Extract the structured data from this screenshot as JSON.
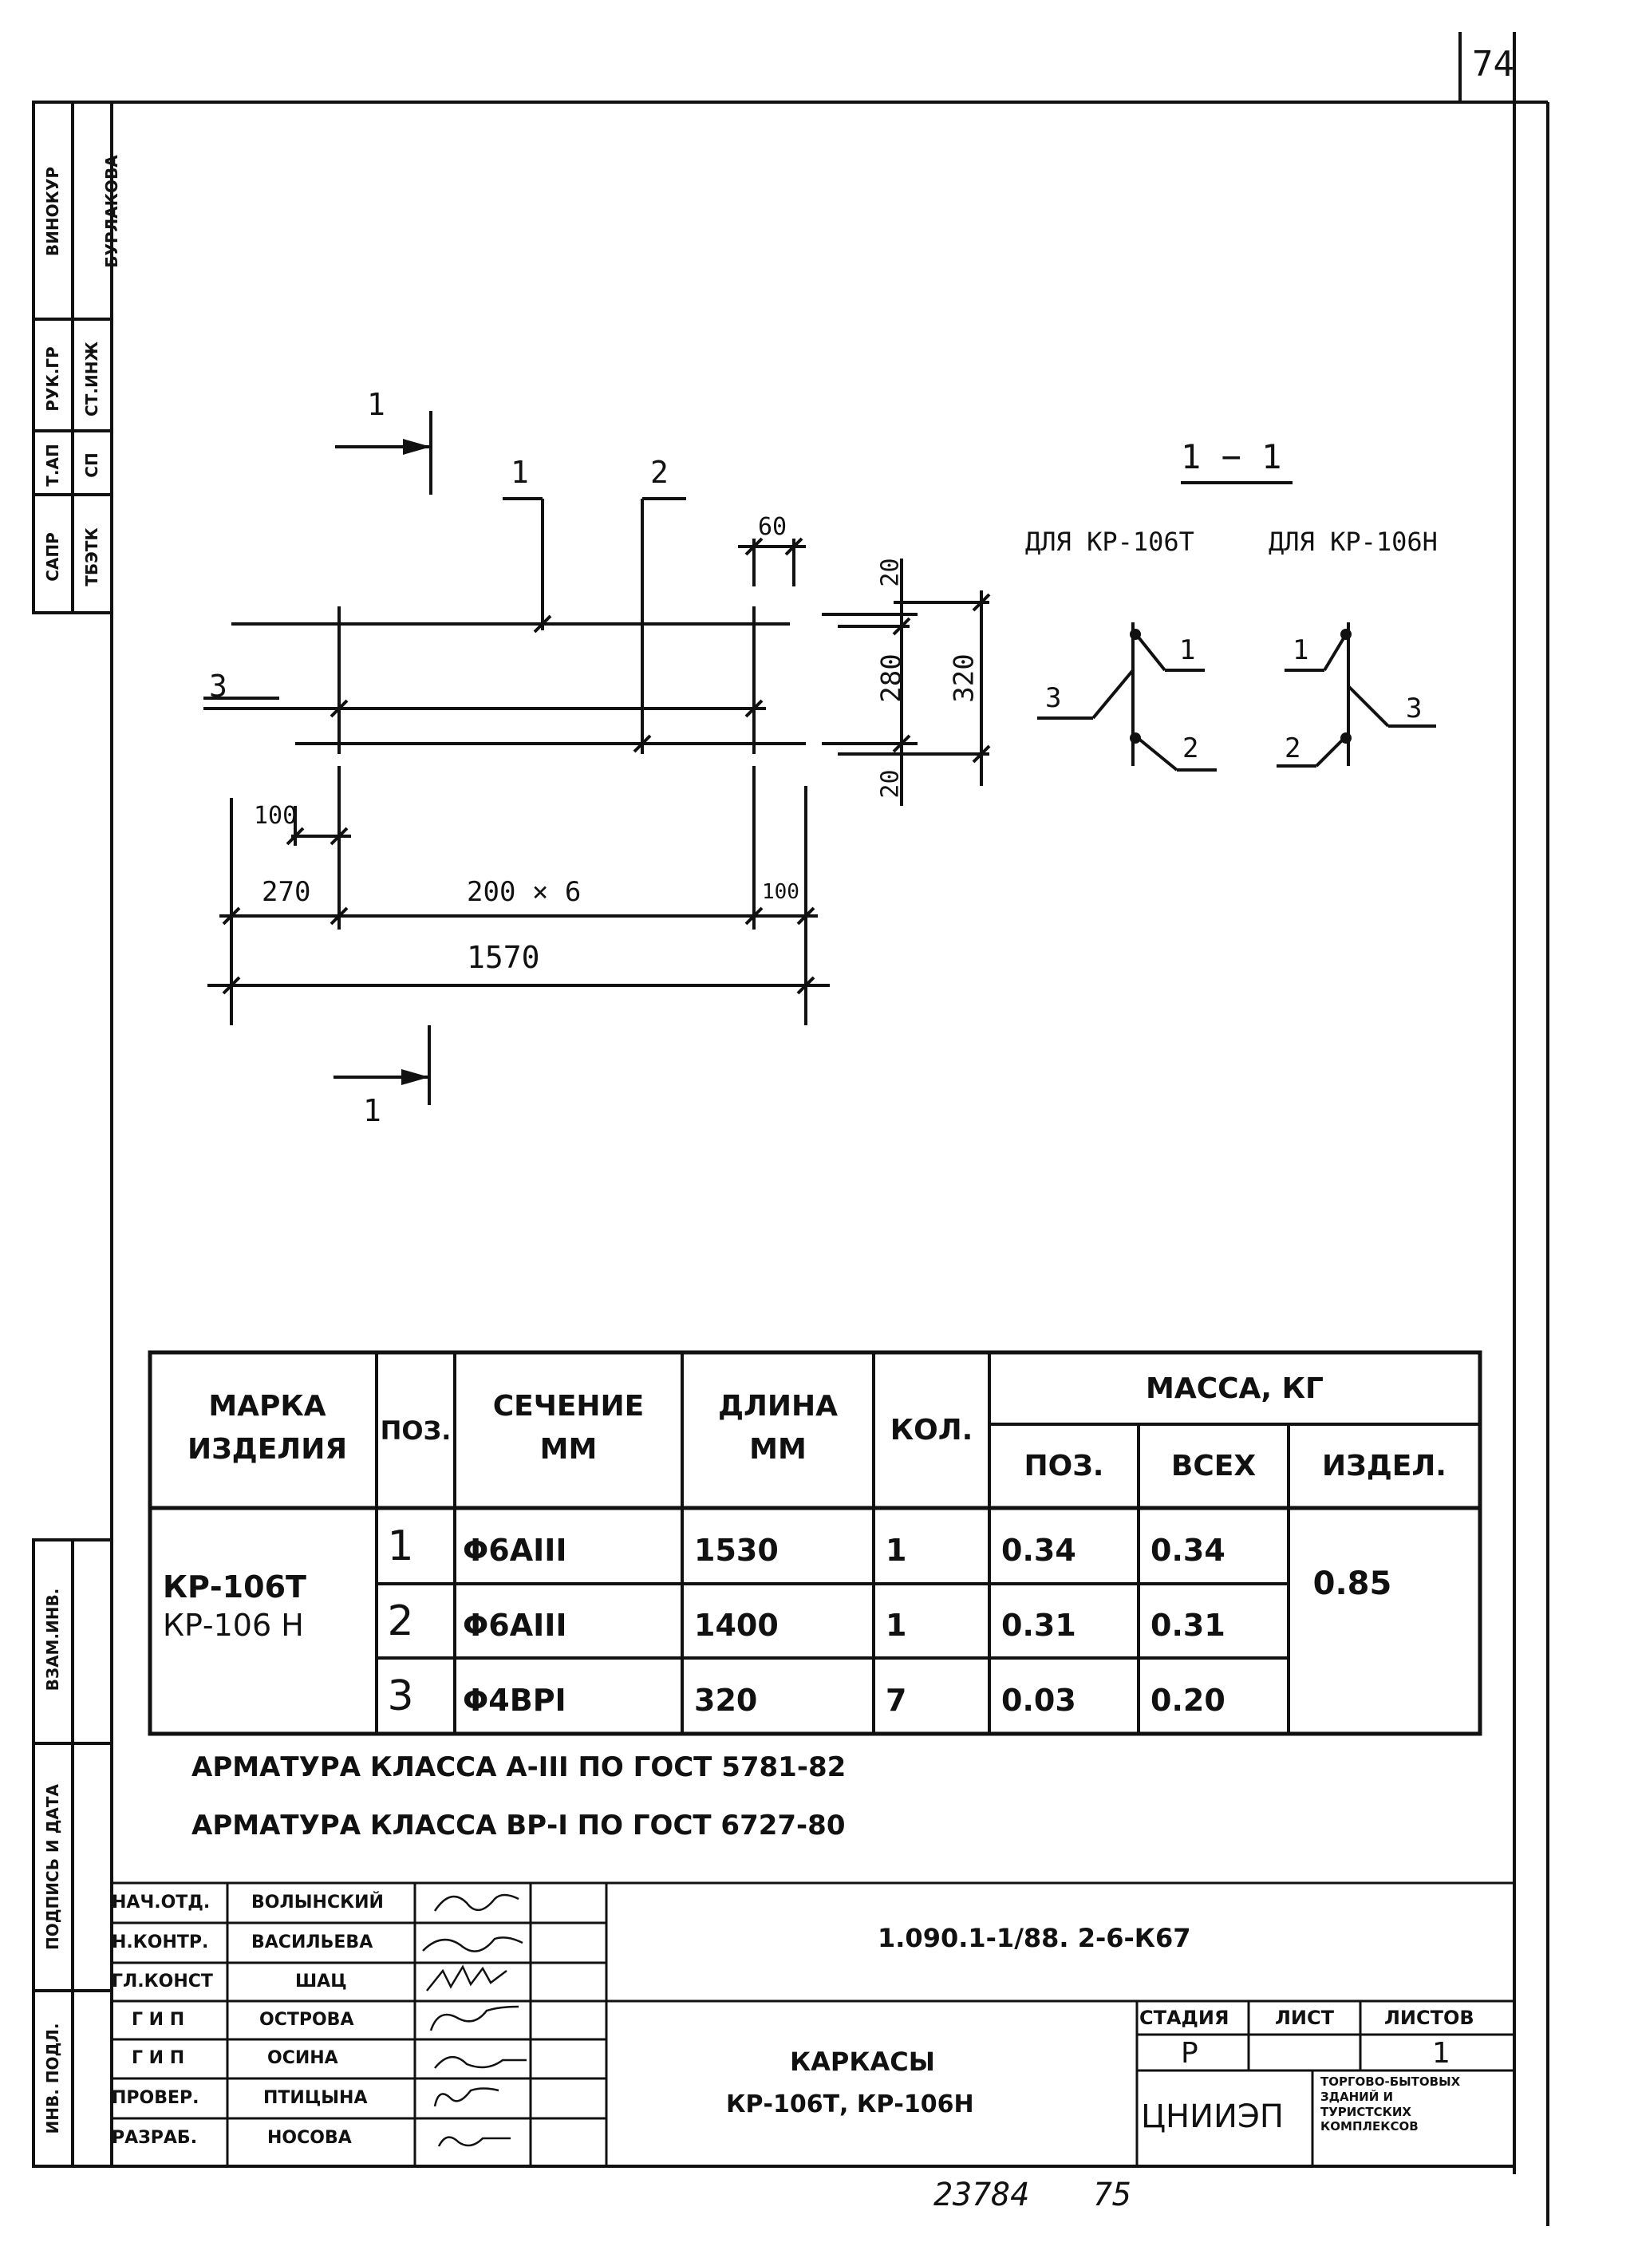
{
  "page_number": "74",
  "bottom_numbers": [
    "23784",
    "75"
  ],
  "margin_stamps": {
    "top_row1": [
      "САПР",
      "Т.АП",
      "РУК.ГР",
      "ВИНОКУР"
    ],
    "top_row2": [
      "ТБЭТК",
      "СП",
      "СТ.ИНЖ",
      "БУРЛАКОВА"
    ],
    "side": [
      "ВЗАМ.ИНВ.",
      "ПОДПИСЬ И ДАТА",
      "ИНВ. ПОДЛ."
    ]
  },
  "drawing": {
    "section_marker": "1",
    "dims": {
      "d60": "60",
      "d20a": "20",
      "d280": "280",
      "d20b": "20",
      "d320": "320",
      "d100a": "100",
      "d270": "270",
      "d200x6": "200 × 6",
      "d100b": "100",
      "d1570": "1570"
    },
    "positions": {
      "p1": "1",
      "p2": "2",
      "p3": "3"
    }
  },
  "section": {
    "title": "1 − 1",
    "for_t": "ДЛЯ КР-106Т",
    "for_h": "ДЛЯ КР-106Н",
    "labels": {
      "l1": "1",
      "l2": "2",
      "l3": "3"
    }
  },
  "spec_table": {
    "headers": {
      "mark": "МАРКА ИЗДЕЛИЯ",
      "pos": "ПОЗ.",
      "section": "СЕЧЕНИЕ ММ",
      "length": "ДЛИНА ММ",
      "qty": "КОЛ.",
      "mass": "МАССА, КГ",
      "mass_pos": "ПОЗ.",
      "mass_all": "ВСЕХ",
      "mass_item": "ИЗДЕЛ."
    },
    "mark_1": "КР-106Т",
    "mark_2": "КР-106 Н",
    "item_mass": "0.85",
    "rows": [
      {
        "pos": "1",
        "section": "Φ6AIII",
        "length": "1530",
        "qty": "1",
        "mass_pos": "0.34",
        "mass_all": "0.34"
      },
      {
        "pos": "2",
        "section": "Φ6AIII",
        "length": "1400",
        "qty": "1",
        "mass_pos": "0.31",
        "mass_all": "0.31"
      },
      {
        "pos": "3",
        "section": "Φ4BPI",
        "length": "320",
        "qty": "7",
        "mass_pos": "0.03",
        "mass_all": "0.20"
      }
    ]
  },
  "notes": [
    "АРМАТУРА КЛАССА А-III ПО ГОСТ 5781-82",
    "АРМАТУРА КЛАССА ВР-I ПО ГОСТ 6727-80"
  ],
  "title_block": {
    "doc_code": "1.090.1-1/88. 2-6-К67",
    "title_line1": "КАРКАСЫ",
    "title_line2": "КР-106Т, КР-106Н",
    "stage_label": "СТАДИЯ",
    "sheet_label": "ЛИСТ",
    "sheets_label": "ЛИСТОВ",
    "stage_value": "Р",
    "sheet_value": "",
    "sheets_value": "1",
    "org": "ЦНИИЭП",
    "org_note": "ТОРГОВО-БЫТОВЫХ ЗДАНИЙ И ТУРИСТСКИХ КОМПЛЕКСОВ",
    "staff": [
      {
        "role": "НАЧ.ОТД.",
        "name": "ВОЛЫНСКИЙ"
      },
      {
        "role": "Н.КОНТР.",
        "name": "ВАСИЛЬЕВА"
      },
      {
        "role": "ГЛ.КОНСТ",
        "name": "ШАЦ"
      },
      {
        "role": "Г И П",
        "name": "ОСТРОВА"
      },
      {
        "role": "Г И П",
        "name": "ОСИНА"
      },
      {
        "role": "ПРОВЕР.",
        "name": "ПТИЦЫНА"
      },
      {
        "role": "РАЗРАБ.",
        "name": "НОСОВА"
      }
    ]
  }
}
